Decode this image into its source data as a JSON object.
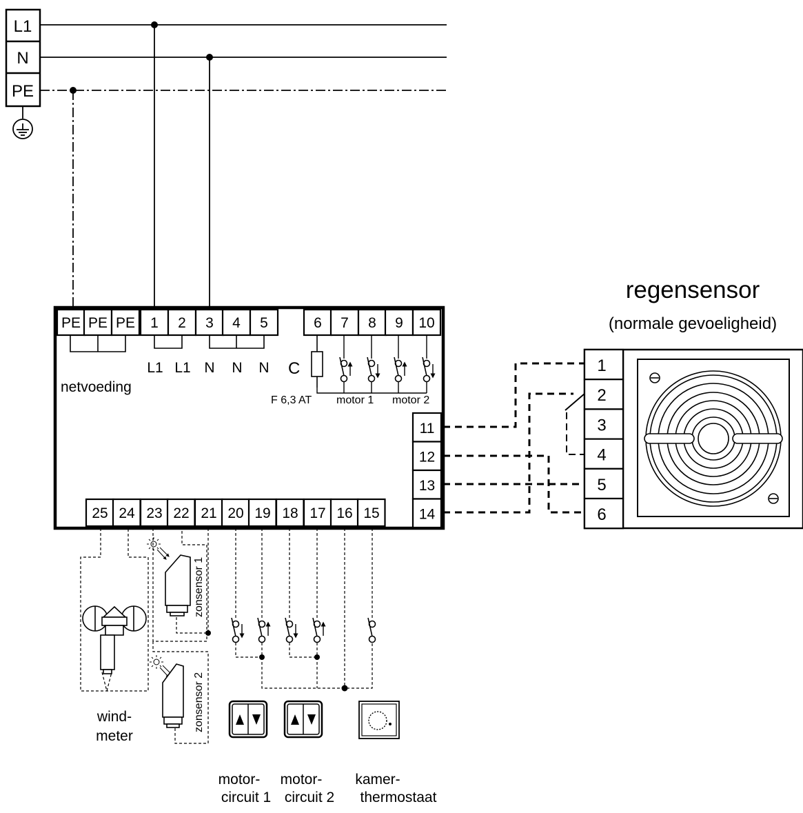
{
  "mains": {
    "labels": [
      "L1",
      "N",
      "PE"
    ]
  },
  "controller": {
    "top_terminals": [
      "PE",
      "PE",
      "PE",
      "1",
      "2",
      "3",
      "4",
      "5",
      "6",
      "7",
      "8",
      "9",
      "10"
    ],
    "right_terminals": [
      "11",
      "12",
      "13",
      "14"
    ],
    "bottom_terminals": [
      "25",
      "24",
      "23",
      "22",
      "21",
      "20",
      "19",
      "18",
      "17",
      "16",
      "15"
    ],
    "supply_labels": [
      "L1",
      "L1",
      "N",
      "N",
      "N"
    ],
    "supply_caption": "netvoeding",
    "common_label": "C",
    "fuse_label": "F 6,3 AT",
    "motor1_label": "motor 1",
    "motor2_label": "motor 2"
  },
  "rain_sensor": {
    "title": "regensensor",
    "subtitle": "(normale gevoeligheid)",
    "terminals": [
      "1",
      "2",
      "3",
      "4",
      "5",
      "6"
    ]
  },
  "peripherals": {
    "zonsensor1": "zonsensor 1",
    "zonsensor2": "zonsensor 2",
    "windmeter_line1": "wind-",
    "windmeter_line2": "meter",
    "motor_circuit1_line1": "motor-",
    "motor_circuit1_line2": "circuit 1",
    "motor_circuit2_line1": "motor-",
    "motor_circuit2_line2": "circuit 2",
    "thermostat_line1": "kamer-",
    "thermostat_line2": "thermostaat"
  },
  "icons": [
    "earth-ground-icon",
    "fuse-icon",
    "relay-contact-icon",
    "sun-icon",
    "anemometer-icon",
    "up-down-switch-icon",
    "thermostat-dial-icon",
    "screw-icon"
  ]
}
